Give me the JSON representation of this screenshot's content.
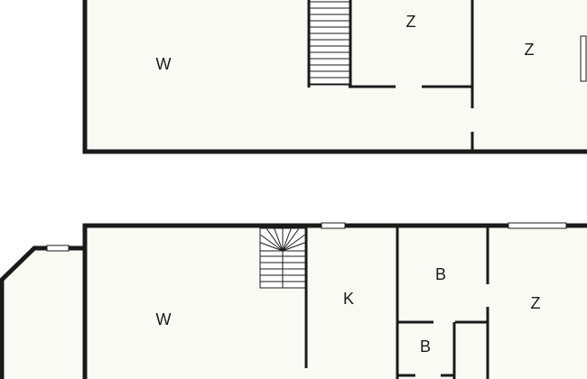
{
  "plan": {
    "colors": {
      "wall": "#1a1a1a",
      "floor": "#fafaf4",
      "background": "#ffffff"
    },
    "upper_floor": {
      "rooms": [
        {
          "label": "W"
        },
        {
          "label": "Z"
        },
        {
          "label": "Z"
        }
      ]
    },
    "lower_floor": {
      "rooms": [
        {
          "label": "W"
        },
        {
          "label": "K"
        },
        {
          "label": "B"
        },
        {
          "label": "B"
        },
        {
          "label": "Z"
        }
      ]
    }
  }
}
